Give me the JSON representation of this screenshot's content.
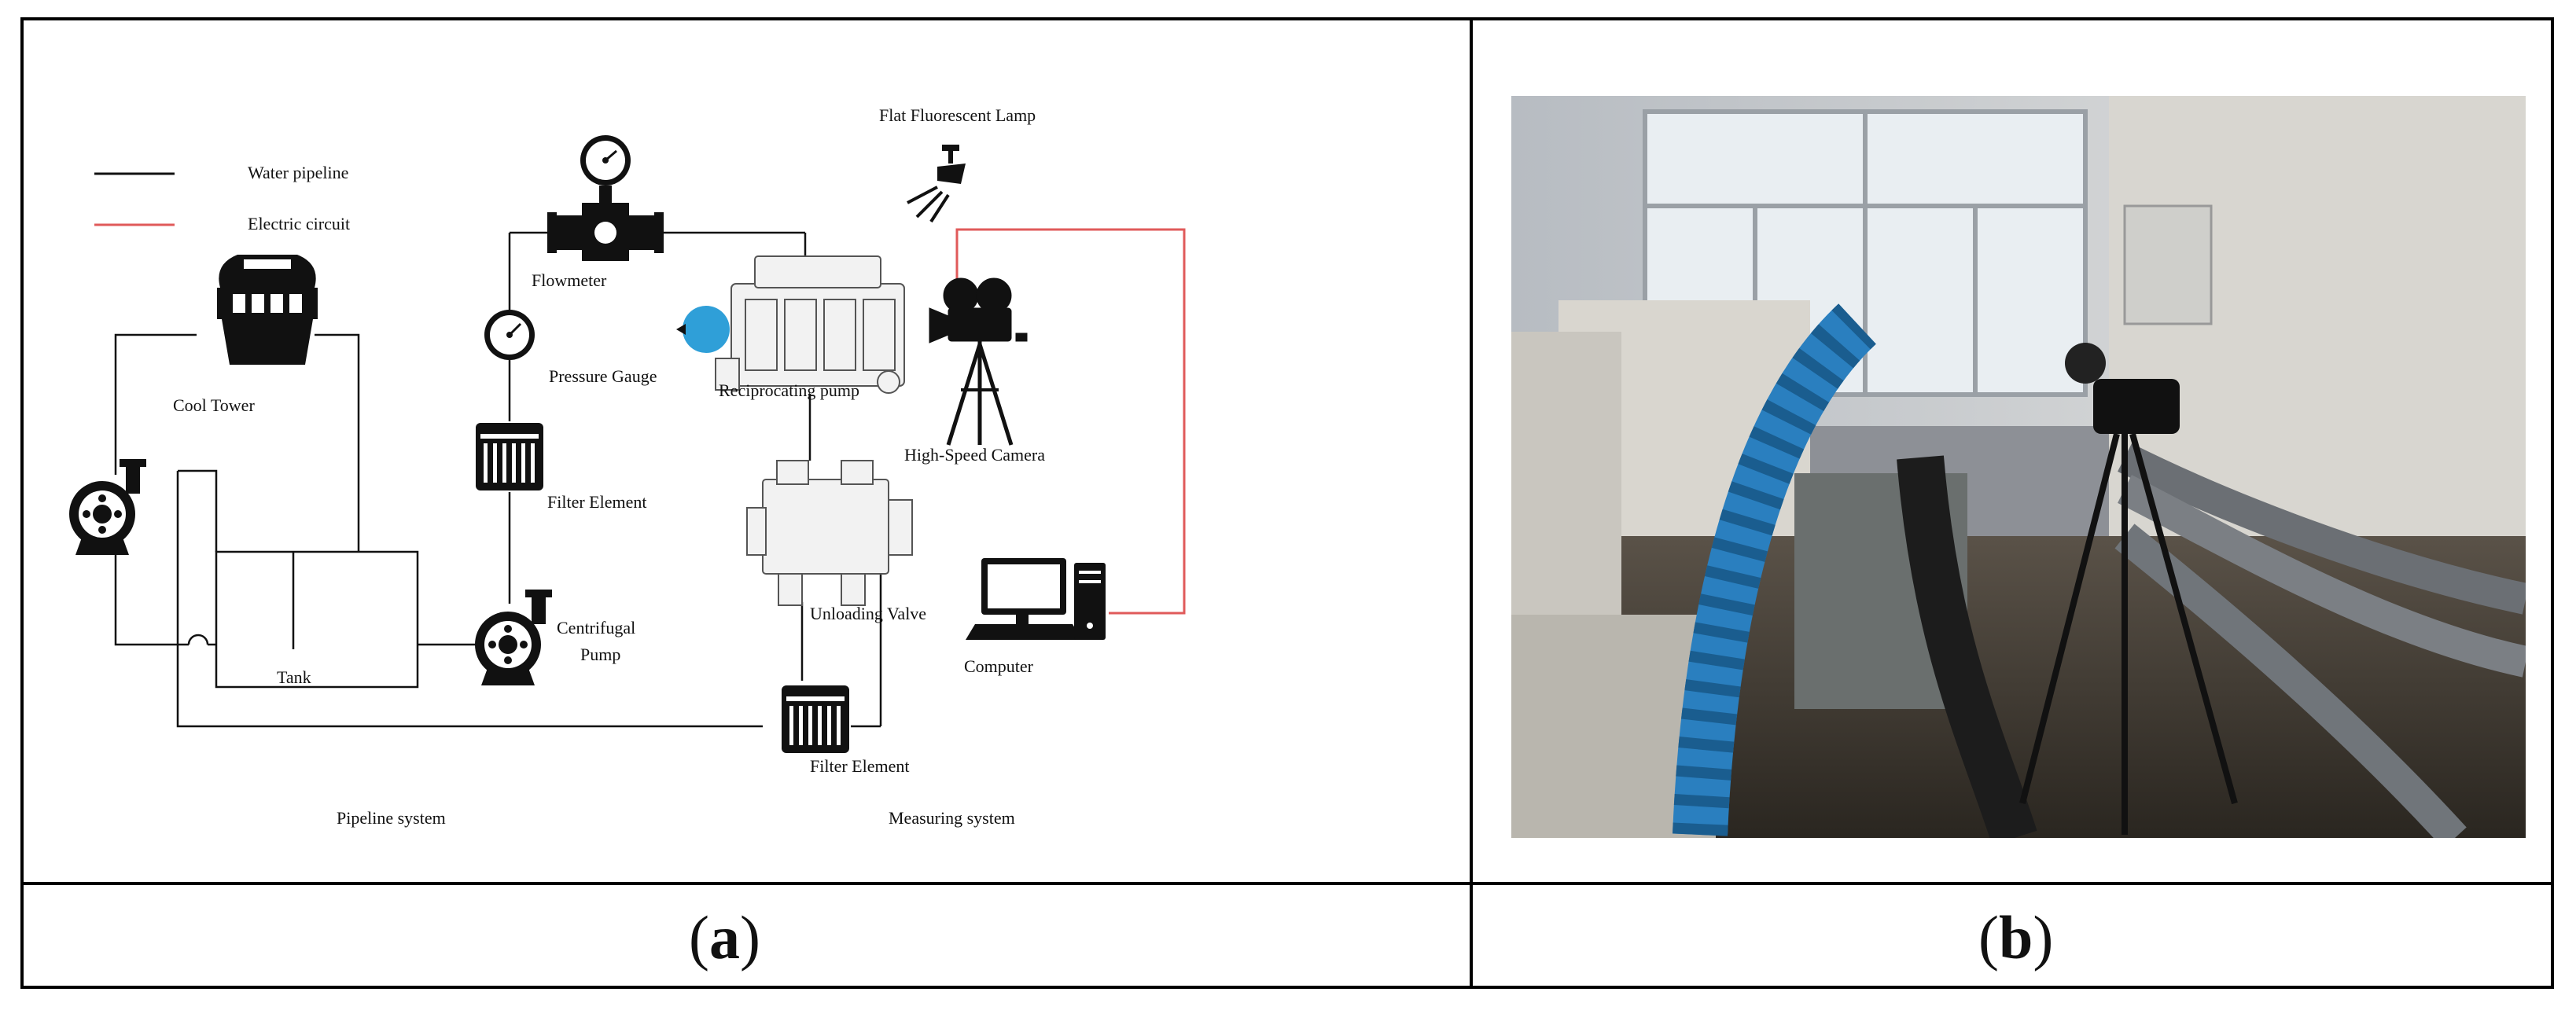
{
  "panels": {
    "a": {
      "label_open": "(",
      "label_letter": "a",
      "label_close": ")"
    },
    "b": {
      "label_open": "(",
      "label_letter": "b",
      "label_close": ")"
    }
  },
  "legend": {
    "water": "Water pipeline",
    "electric": "Electric circuit",
    "water_color": "#111111",
    "electric_color": "#e05a5a"
  },
  "components": {
    "flat_lamp": "Flat Fluorescent Lamp",
    "flowmeter": "Flowmeter",
    "pressure_gauge": "Pressure Gauge",
    "reciprocating_pump": "Reciprocating pump",
    "high_speed_camera": "High-Speed Camera",
    "cool_tower": "Cool Tower",
    "filter_element_top": "Filter Element",
    "unloading_valve": "Unloading Valve",
    "centrifugal_pump_line1": "Centrifugal",
    "centrifugal_pump_line2": "Pump",
    "tank": "Tank",
    "computer": "Computer",
    "filter_element_bottom": "Filter Element"
  },
  "systems": {
    "pipeline": "Pipeline system",
    "measuring": "Measuring system"
  },
  "colors": {
    "blue_ball": "#2f9fd8",
    "electric_red": "#e05a5a"
  },
  "icons": [
    "gauge-icon",
    "flowmeter-icon",
    "lamp-icon",
    "camera-icon",
    "cool-tower-icon",
    "filter-icon",
    "centrifugal-pump-icon",
    "reciprocating-pump-icon",
    "unloading-valve-icon",
    "computer-icon"
  ]
}
